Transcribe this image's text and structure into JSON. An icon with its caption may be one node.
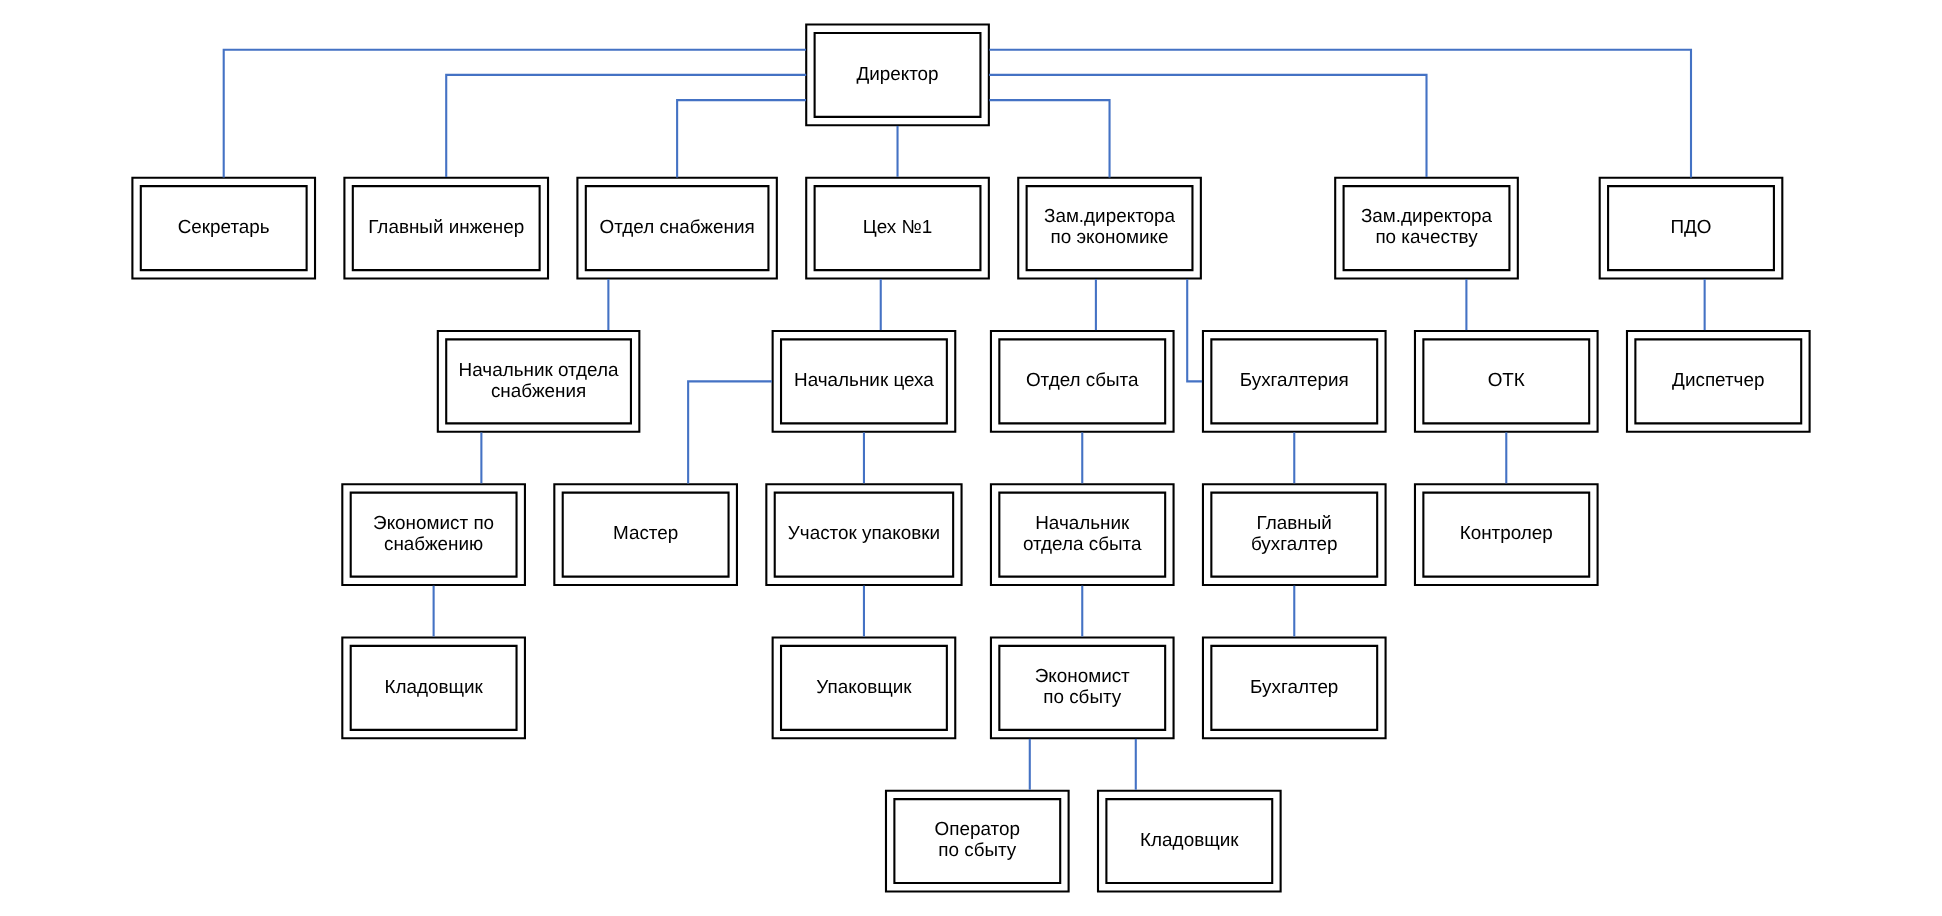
{
  "diagram": {
    "nodes": [
      {
        "text": [
          "Директор"
        ]
      },
      {
        "text": [
          "Секретарь"
        ]
      },
      {
        "text": [
          "Главный инженер"
        ]
      },
      {
        "text": [
          "Отдел снабжения"
        ]
      },
      {
        "text": [
          "Цех №1"
        ]
      },
      {
        "text": [
          "Зам.директора по экономике"
        ]
      },
      {
        "text": [
          "Зам.директора по качеству"
        ]
      },
      {
        "text": [
          "ПДО"
        ]
      },
      {
        "text": [
          "Начальник отдела снабжения"
        ]
      },
      {
        "text": [
          "Начальник цеха"
        ]
      },
      {
        "text": [
          "Отдел сбыта"
        ]
      },
      {
        "text": [
          "Бухгалтерия"
        ]
      },
      {
        "text": [
          "ОТК"
        ]
      },
      {
        "text": [
          "Диспетчер"
        ]
      },
      {
        "text": [
          "Экономист по снабжению"
        ]
      },
      {
        "text": [
          "Мастер"
        ]
      },
      {
        "text": [
          "Участок упаковки"
        ]
      },
      {
        "text": [
          "Начальник отдела сбыта"
        ]
      },
      {
        "text": [
          "Главный бухгалтер"
        ]
      },
      {
        "text": [
          "Контролер"
        ]
      },
      {
        "text": [
          "Кладовщик"
        ]
      },
      {
        "text": [
          "Упаковщик"
        ]
      },
      {
        "text": [
          "Экономист по сбыту"
        ]
      },
      {
        "text": [
          "Бухгалтер"
        ]
      },
      {
        "text": [
          "Оператор по сбыту"
        ]
      },
      {
        "text": [
          "Кладовщик"
        ]
      }
    ],
    "edges": [
      {
        "from": 0,
        "to": 1,
        "arrow": "none"
      },
      {
        "from": 0,
        "to": 2,
        "arrow": "none"
      },
      {
        "from": 0,
        "to": 3,
        "arrow": "none"
      },
      {
        "from": 0,
        "to": 4,
        "arrow": "none"
      },
      {
        "from": 0,
        "to": 5,
        "arrow": "none"
      },
      {
        "from": 0,
        "to": 6,
        "arrow": "none"
      },
      {
        "from": 0,
        "to": 7,
        "arrow": "none"
      },
      {
        "from": 3,
        "to": 8,
        "arrow": "none"
      },
      {
        "from": 8,
        "to": 14,
        "arrow": "none"
      },
      {
        "from": 14,
        "to": 20,
        "arrow": "none"
      },
      {
        "from": 4,
        "to": 9,
        "arrow": "none"
      },
      {
        "from": 9,
        "to": 15,
        "arrow": "none"
      },
      {
        "from": 9,
        "to": 16,
        "arrow": "none"
      },
      {
        "from": 16,
        "to": 21,
        "arrow": "none"
      },
      {
        "from": 5,
        "to": 10,
        "arrow": "none"
      },
      {
        "from": 5,
        "to": 11,
        "arrow": "none"
      },
      {
        "from": 10,
        "to": 17,
        "arrow": "none"
      },
      {
        "from": 17,
        "to": 22,
        "arrow": "none"
      },
      {
        "from": 22,
        "to": 24,
        "arrow": "none"
      },
      {
        "from": 22,
        "to": 25,
        "arrow": "none"
      },
      {
        "from": 11,
        "to": 18,
        "arrow": "none"
      },
      {
        "from": 18,
        "to": 23,
        "arrow": "none"
      },
      {
        "from": 6,
        "to": 12,
        "arrow": "none"
      },
      {
        "from": 12,
        "to": 19,
        "arrow": "none"
      },
      {
        "from": 7,
        "to": 13,
        "arrow": "none"
      }
    ]
  }
}
